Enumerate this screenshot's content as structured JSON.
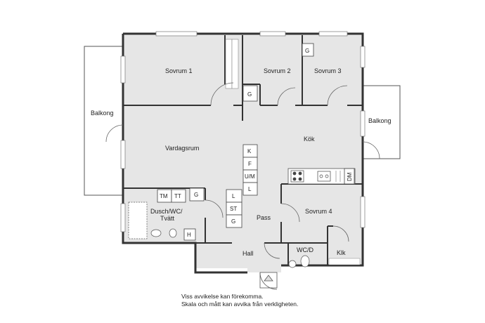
{
  "rooms": {
    "sovrum1": "Sovrum 1",
    "sovrum2": "Sovrum 2",
    "sovrum3": "Sovrum 3",
    "sovrum4": "Sovrum 4",
    "balkong_left": "Balkong",
    "balkong_right": "Balkong",
    "vardagsrum": "Vardagsrum",
    "kok": "Kök",
    "dusch_line1": "Dusch/WC/",
    "dusch_line2": "Tvätt",
    "pass": "Pass",
    "hall": "Hall",
    "wcd": "WC/D",
    "klk": "Klk"
  },
  "fixtures": {
    "g_sovrum3": "G",
    "g_closet": "G",
    "k": "K",
    "f": "F",
    "um": "U/M",
    "l_kitchen": "L",
    "l_pass": "L",
    "st": "ST",
    "g_pass": "G",
    "tm": "TM",
    "tt": "TT",
    "g_bath": "G",
    "h": "H",
    "dm": "DM"
  },
  "notes": {
    "line1": "Viss avvikelse kan förekomma.",
    "line2": "Skala och mått kan avvika från verkligheten."
  }
}
